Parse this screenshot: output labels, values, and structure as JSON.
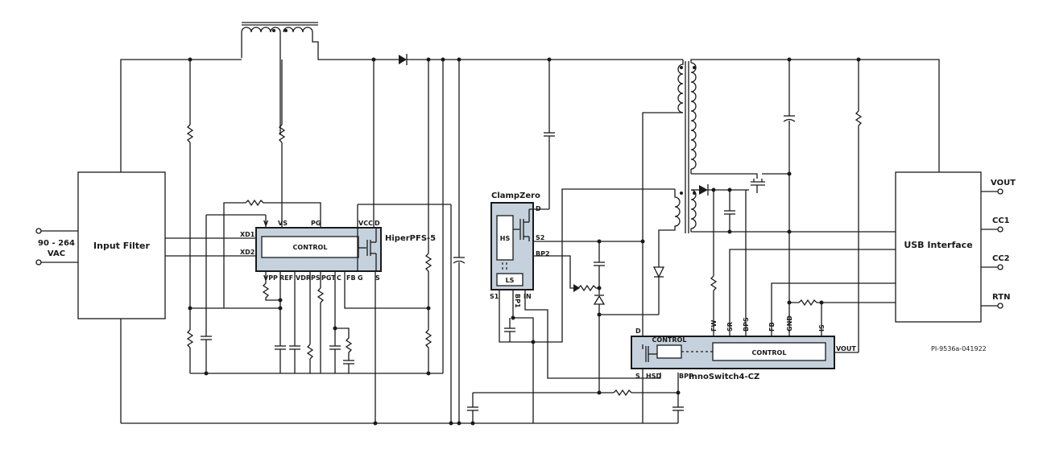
{
  "blocks": {
    "input_filter": "Input Filter",
    "usb_interface": "USB Interface",
    "hiperpfs_control": "CONTROL",
    "clampzero_hs": "HS",
    "clampzero_ls": "LS",
    "innoswitch_control_left": "CONTROL",
    "innoswitch_control_main": "CONTROL"
  },
  "ic_names": {
    "hiperpfs": "HiperPFS-5",
    "clampzero": "ClampZero",
    "innoswitch": "InnoSwitch4-CZ"
  },
  "input_voltage": {
    "line1": "90 - 264",
    "line2": "VAC"
  },
  "hiperpfs_pins": {
    "xd1": "XD1",
    "xd2": "XD2",
    "v": "V",
    "vs": "VS",
    "pg": "PG",
    "vcc": "VCC",
    "d": "D",
    "vpp": "VPP",
    "ref": "REF",
    "vdr": "VDR",
    "ps": "PS",
    "pgt": "PGT",
    "c": "C",
    "fb": "FB",
    "g": "G",
    "s": "S"
  },
  "clampzero_pins": {
    "d": "D",
    "s2": "S2",
    "bp2": "BP2",
    "s1": "S1",
    "bp1": "BP1",
    "in": "IN"
  },
  "innoswitch_pins": {
    "d": "D",
    "s": "S",
    "hsd": "HSD",
    "bpp": "BPP",
    "fw": "FW",
    "sr": "SR",
    "bps": "BPS",
    "fb": "FB",
    "gnd": "GND",
    "is": "IS",
    "vout": "VOUT"
  },
  "usb_outputs": {
    "vout": "VOUT",
    "cc1": "CC1",
    "cc2": "CC2",
    "rtn": "RTN"
  },
  "part_number": "PI-9536a-041922"
}
